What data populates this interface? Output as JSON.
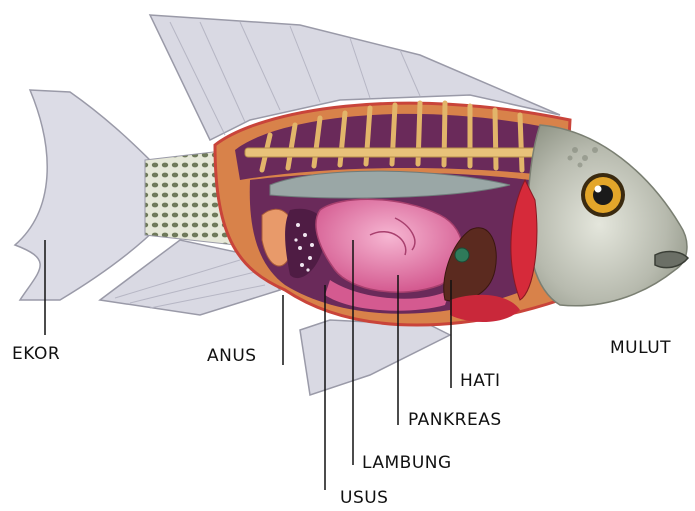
{
  "labels": {
    "ekor": "EKOR",
    "anus": "ANUS",
    "usus": "USUS",
    "lambung": "LAMBUNG",
    "pankreas": "PANKREAS",
    "hati": "HATI",
    "mulut": "MULUT"
  },
  "colors": {
    "fin": "#d9d9e3",
    "fin_stroke": "#9a9aa8",
    "body_cavity": "#6a2a5a",
    "muscle": "#c96a3a",
    "spine": "#e2b56a",
    "stomach": "#e27aa8",
    "intestine": "#d45a90",
    "liver": "#5b2a1f",
    "kidney_red": "#c9283a",
    "gill_red": "#d62a3a",
    "head": "#b9bcb0",
    "eye_iris": "#e3a62a"
  }
}
